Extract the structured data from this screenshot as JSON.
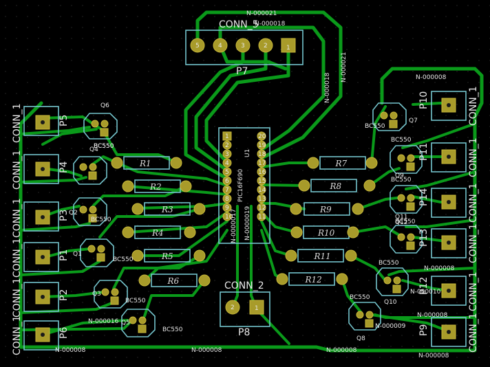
{
  "colors": {
    "background": "#000000",
    "copper": "#0a9a1a",
    "pad": "#a89b2a",
    "silkscreen": "#74c4cc",
    "text": "#e8e8e8"
  },
  "conn5": {
    "name": "CONN_5",
    "ref": "P7",
    "pins": [
      "5",
      "4",
      "3",
      "2",
      "1"
    ]
  },
  "conn2": {
    "name": "CONN_2",
    "ref": "P8",
    "pins": [
      "2",
      "1"
    ]
  },
  "ic": {
    "ref": "U1",
    "value": "PIC16F690",
    "pins_left": [
      "1",
      "2",
      "3",
      "4",
      "5",
      "6",
      "7",
      "8",
      "9",
      "10"
    ],
    "pins_right": [
      "20",
      "19",
      "18",
      "17",
      "16",
      "15",
      "14",
      "13",
      "12",
      "11"
    ]
  },
  "resistors": [
    "R1",
    "R2",
    "R3",
    "R4",
    "R5",
    "R6",
    "R7",
    "R8",
    "R9",
    "R10",
    "R11",
    "R12"
  ],
  "left_connectors": [
    {
      "ref": "P5",
      "name": "CONN_1"
    },
    {
      "ref": "P4",
      "name": "CONN_1"
    },
    {
      "ref": "P3",
      "name": "CONN_1"
    },
    {
      "ref": "P1",
      "name": "CONN_1"
    },
    {
      "ref": "P2",
      "name": "CONN_1"
    },
    {
      "ref": "P6",
      "name": "CONN_1"
    }
  ],
  "right_connectors": [
    {
      "ref": "P10",
      "name": "CONN_1"
    },
    {
      "ref": "P11",
      "name": "CONN_1"
    },
    {
      "ref": "P14",
      "name": "CONN_1"
    },
    {
      "ref": "P13",
      "name": "CONN_1"
    },
    {
      "ref": "P12",
      "name": "CONN_1"
    },
    {
      "ref": "P9",
      "name": "CONN_1"
    }
  ],
  "transistors_left": [
    {
      "ref": "Q6",
      "value": "BC550"
    },
    {
      "ref": "Q4",
      "value": "BC550"
    },
    {
      "ref": "Q2",
      "value": "BC550"
    },
    {
      "ref": "Q1",
      "value": "BC550"
    },
    {
      "ref": "Q3",
      "value": "BC550"
    },
    {
      "ref": "Q5",
      "value": "BC550"
    }
  ],
  "transistors_right": [
    {
      "ref": "Q7",
      "value": "BC550"
    },
    {
      "ref": "Q9",
      "value": "BC550"
    },
    {
      "ref": "Q11",
      "value": "BC550"
    },
    {
      "ref": "Q12",
      "value": "BC550"
    },
    {
      "ref": "Q10",
      "value": "BC550"
    },
    {
      "ref": "Q8",
      "value": "BC550"
    }
  ],
  "nets": {
    "n21": "N-000021",
    "n18": "N-000018",
    "n17": "N-0000017",
    "n19": "N-0000019",
    "n8": "N-000008",
    "n10": "N-000010",
    "n9": "N-000009",
    "n16": "N-000016"
  }
}
